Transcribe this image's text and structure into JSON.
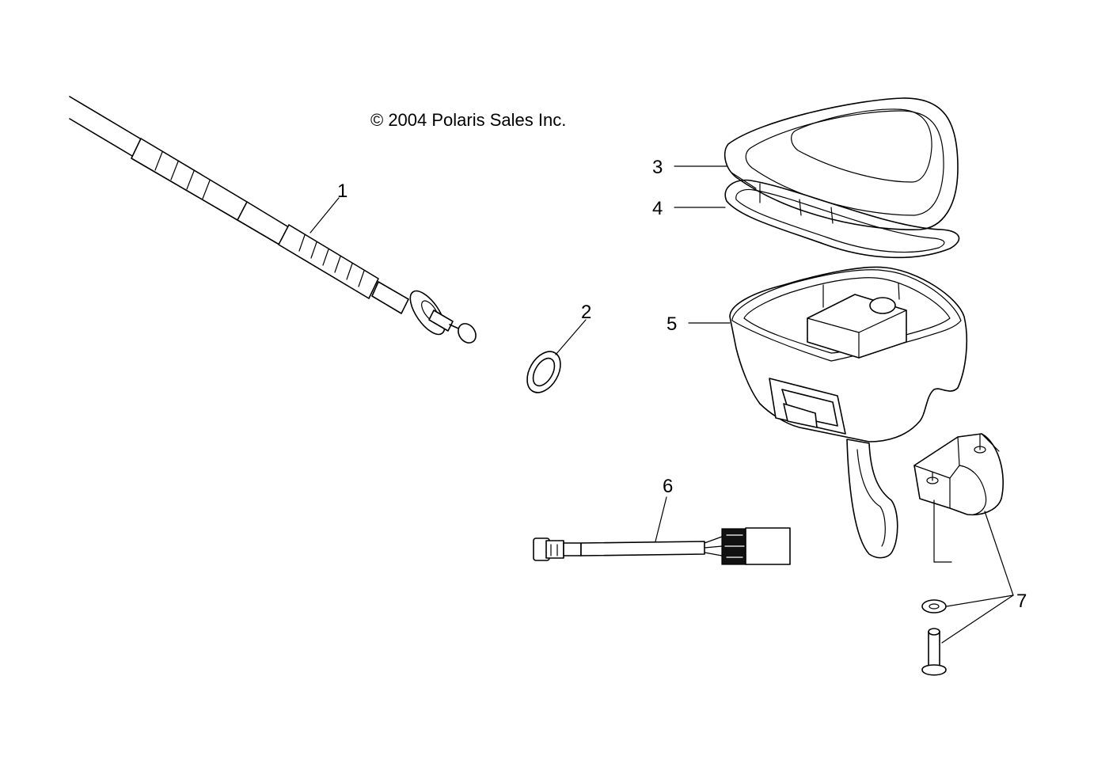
{
  "copyright": "© 2004 Polaris Sales Inc.",
  "callouts": {
    "c1": "1",
    "c2": "2",
    "c3": "3",
    "c4": "4",
    "c5": "5",
    "c6": "6",
    "c7": "7"
  }
}
